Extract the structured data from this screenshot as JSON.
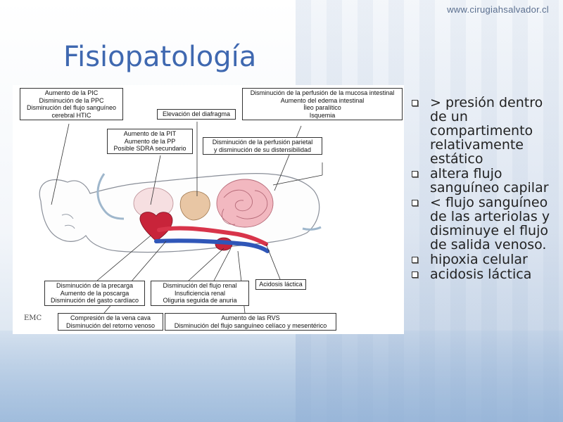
{
  "header": {
    "site_url": "www.cirugiahsalvador.cl"
  },
  "slide": {
    "title": "Fisiopatología"
  },
  "diagram": {
    "labels": {
      "pic": [
        "Aumento de la PIC",
        "Disminución de la PPC",
        "Disminución del flujo sanguíneo",
        "cerebral HTIC"
      ],
      "diafragma": [
        "Elevación del diafragma"
      ],
      "mucosa": [
        "Disminución de la perfusión de la mucosa intestinal",
        "Aumento del edema intestinal",
        "Íleo paralítico",
        "Isquemia"
      ],
      "pit": [
        "Aumento de la PIT",
        "Aumento de la PP",
        "Posible SDRA secundario"
      ],
      "parietal": [
        "Disminución de la perfusión parietal",
        "y disminución de su distensibilidad"
      ],
      "precarga": [
        "Disminución de la precarga",
        "Aumento de la poscarga",
        "Disminución del gasto cardíaco"
      ],
      "renal": [
        "Disminución del flujo renal",
        "Insuficiencia renal",
        "Oliguria seguida de anuria"
      ],
      "acidosis": [
        "Acidosis láctica"
      ],
      "vena_cava": [
        "Compresión de la vena cava",
        "Disminución del retorno venoso"
      ],
      "rvs": [
        "Aumento de las RVS",
        "Disminución del flujo sanguíneo celíaco y mesentérico"
      ]
    },
    "signature": "EMC"
  },
  "bullets": [
    "> presión dentro de un compartimento relativamente estático",
    "altera flujo sanguíneo capilar",
    "< flujo sanguíneo de las arteriolas y disminuye el flujo de salida venoso.",
    "hipoxia celular",
    "acidosis láctica"
  ],
  "colors": {
    "title": "#3f68b0",
    "artery": "#d8344a",
    "vein": "#2f56b8",
    "body_outline": "#8a8f99",
    "organ_pink": "#f2b8c0"
  }
}
